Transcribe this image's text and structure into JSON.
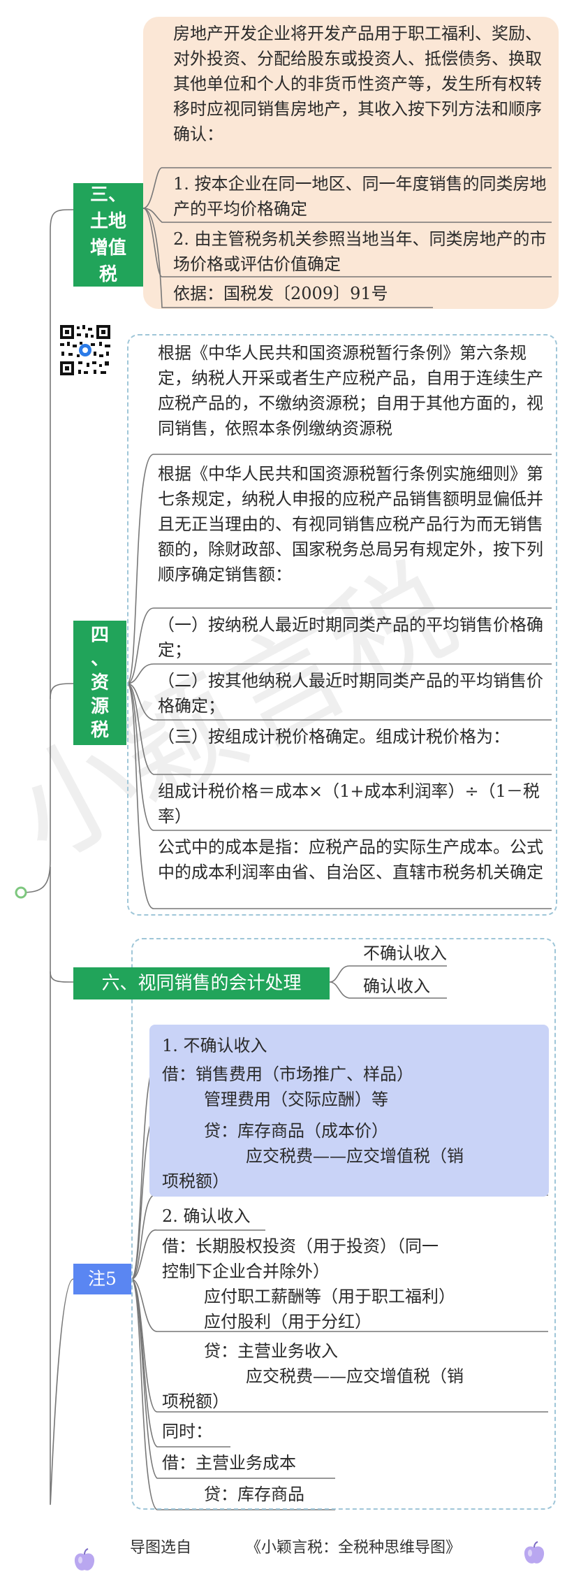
{
  "section3": {
    "label": "三、\n土地\n增值\n税",
    "intro": "房地产开发企业将开发产品用于职工福利、奖励、对外投资、分配给股东或投资人、抵偿债务、换取其他单位和个人的非货币性资产等，发生所有权转移时应视同销售房地产，其收入按下列方法和顺序确认：",
    "item1": "1. 按本企业在同一地区、同一年度销售的同类房地产的平均价格确定",
    "item2": "2. 由主管税务机关参照当地当年、同类房地产的市场价格或评估价值确定",
    "basis": "依据：国税发〔2009〕91号"
  },
  "section4": {
    "label": "四\n、\n资\n源\n税",
    "p1": "根据《中华人民共和国资源税暂行条例》第六条规定，纳税人开采或者生产应税产品，自用于连续生产应税产品的，不缴纳资源税；自用于其他方面的，视同销售，依照本条例缴纳资源税",
    "p2": "根据《中华人民共和国资源税暂行条例实施细则》第七条规定，纳税人申报的应税产品销售额明显偏低并且无正当理由的、有视同销售应税产品行为而无销售额的，除财政部、国家税务总局另有规定外，按下列顺序确定销售额：",
    "p3": "（一）按纳税人最近时期同类产品的平均销售价格确定；",
    "p4": "（二）按其他纳税人最近时期同类产品的平均销售价格确定；",
    "p5": "（三）按组成计税价格确定。组成计税价格为：",
    "p6": "组成计税价格＝成本×（1+成本利润率）÷（1－税率）",
    "p7": "公式中的成本是指：应税产品的实际生产成本。公式中的成本利润率由省、自治区、直辖市税务机关确定"
  },
  "section6": {
    "label": "六、视同销售的会计处理",
    "opt1": "不确认收入",
    "opt2": "确认收入"
  },
  "note5": {
    "label": "注5",
    "h1": "1. 不确认收入",
    "debit1_l1": "借：销售费用（市场推广、样品）",
    "debit1_l2": "管理费用（交际应酬）等",
    "credit1_l1": "贷：库存商品（成本价）",
    "credit1_l2": "应交税费——应交增值税（销",
    "credit1_l3": "项税额）",
    "h2": "2. 确认收入",
    "debit2_l1": "借：长期股权投资（用于投资）（同一",
    "debit2_l2": "控制下企业合并除外）",
    "debit2_l3": "应付职工薪酬等（用于职工福利）",
    "debit2_l4": "应付股利（用于分红）",
    "credit2_l1": "贷：主营业务收入",
    "credit2_l2": "应交税费——应交增值税（销",
    "credit2_l3": "项税额）",
    "same": "同时：",
    "debit3": "借：主营业务成本",
    "credit3": "贷：库存商品"
  },
  "footer": {
    "prefix": "导图选自",
    "title": "《小颖言税：全税种思维导图》"
  },
  "watermark": "小颖言税",
  "colors": {
    "green": "#21a45a",
    "blue": "#5a86f2",
    "peach": "#fbe7d6",
    "highlight": "#c9d3f7"
  }
}
